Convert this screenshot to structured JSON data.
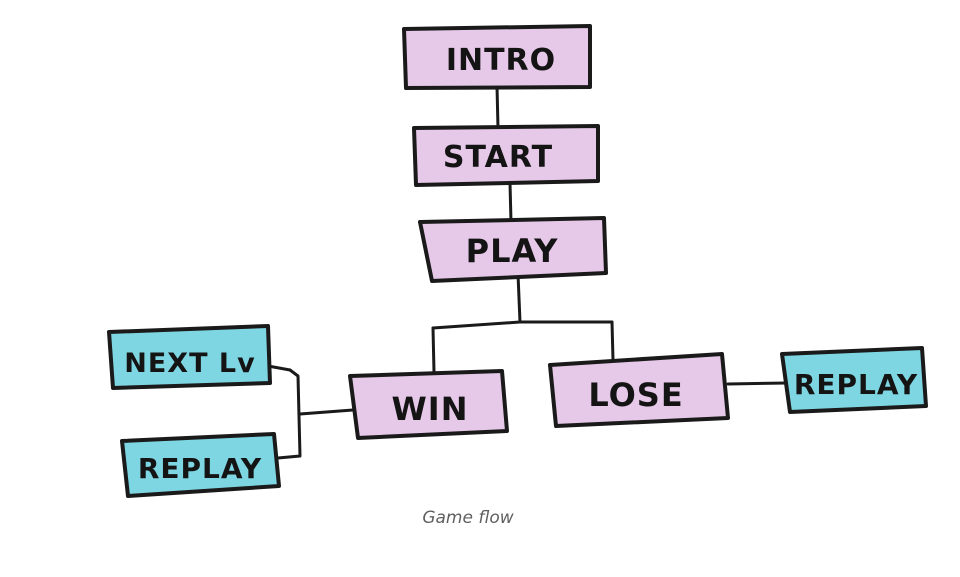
{
  "diagram": {
    "colors": {
      "flow_box_fill": "#e6c8e8",
      "outcome_box_fill": "#7fd6e3",
      "outline": "#1a1a1a"
    },
    "nodes": {
      "intro": "INTRO",
      "start": "START",
      "play": "PLAY",
      "win": "WIN",
      "lose": "LOSE",
      "next_level": "NEXT Lv",
      "replay_win": "REPLAY",
      "replay_lose": "REPLAY"
    }
  },
  "caption": "Game flow"
}
